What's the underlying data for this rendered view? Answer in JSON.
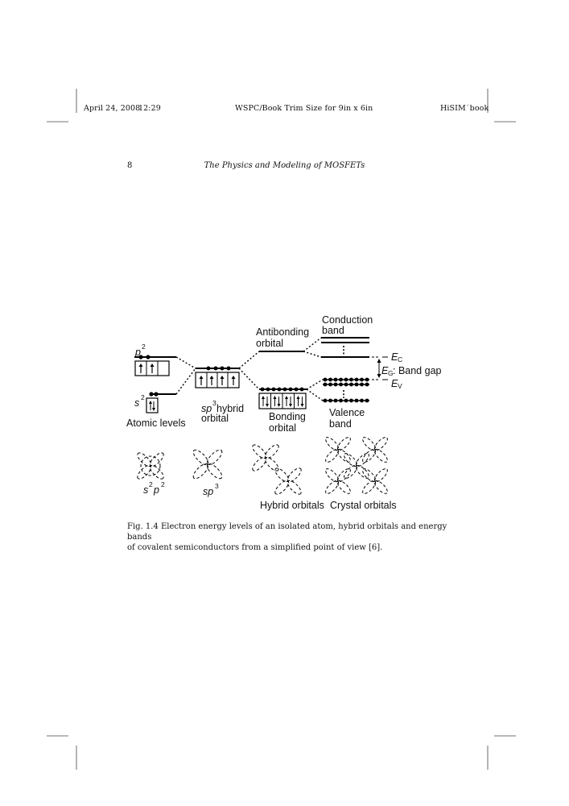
{
  "header": {
    "date": "April 24, 2008",
    "time": "12:29",
    "trim": "WSPC/Book Trim Size for 9in x 6in",
    "book": "HiSIM˙book"
  },
  "page": {
    "number": "8",
    "running_title": "The Physics and Modeling of MOSFETs"
  },
  "figure": {
    "label_p": "p",
    "label_p_sup": "2",
    "label_s": "s",
    "label_s_sup": "2",
    "atomic_levels": "Atomic levels",
    "sp3_sp": "sp",
    "sp3_sup": "3",
    "sp3_hybrid": "hybrid",
    "sp3_orbital": "orbital",
    "antibonding_1": "Antibonding",
    "antibonding_2": "orbital",
    "bonding_1": "Bonding",
    "bonding_2": "orbital",
    "conduction_1": "Conduction",
    "conduction_2": "band",
    "valence_1": "Valence",
    "valence_2": "band",
    "ec_e": "E",
    "ec_sub": "C",
    "ev_e": "E",
    "ev_sub": "V",
    "eg_e": "E",
    "eg_sub": "G",
    "eg_text": ": Band gap",
    "bottom_s2p2_s": "s",
    "bottom_s2p2_2a": "2",
    "bottom_s2p2_p": "p",
    "bottom_s2p2_2b": "2",
    "bottom_sp3": "sp",
    "bottom_sp3_sup": "3",
    "hybrid_orbitals": "Hybrid orbitals",
    "crystal_orbitals": "Crystal orbitals"
  },
  "caption": {
    "line1": "Fig. 1.4   Electron energy levels of an isolated atom, hybrid orbitals and energy bands",
    "line2": "of covalent semiconductors from a simplified point of view [6]."
  }
}
